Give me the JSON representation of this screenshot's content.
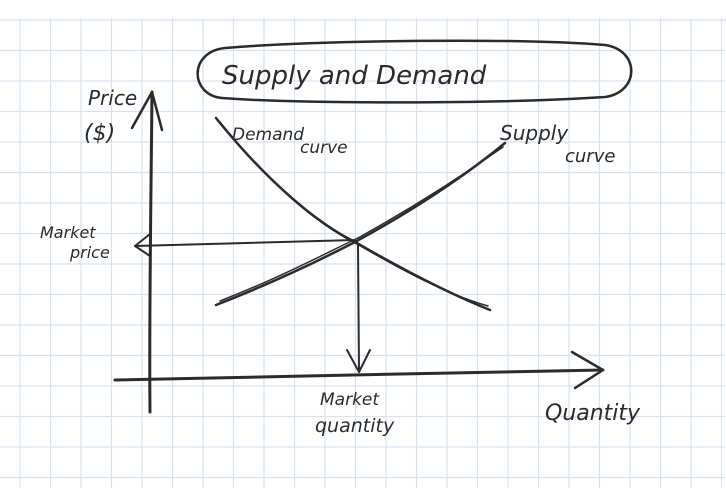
{
  "title": "Supply and Demand",
  "y_axis_label": [
    "Price",
    "($)"
  ],
  "x_axis_label": "Quantity",
  "demand_label": [
    "Demand",
    "curve"
  ],
  "supply_label": [
    "Supply",
    "curve"
  ],
  "market_price_label": [
    "Market",
    "price"
  ],
  "market_quantity_label": [
    "Market",
    "quantity"
  ],
  "colors": {
    "ink": "#2b2b2b",
    "grid": "#d6e2f0",
    "paper": "#ffffff"
  }
}
